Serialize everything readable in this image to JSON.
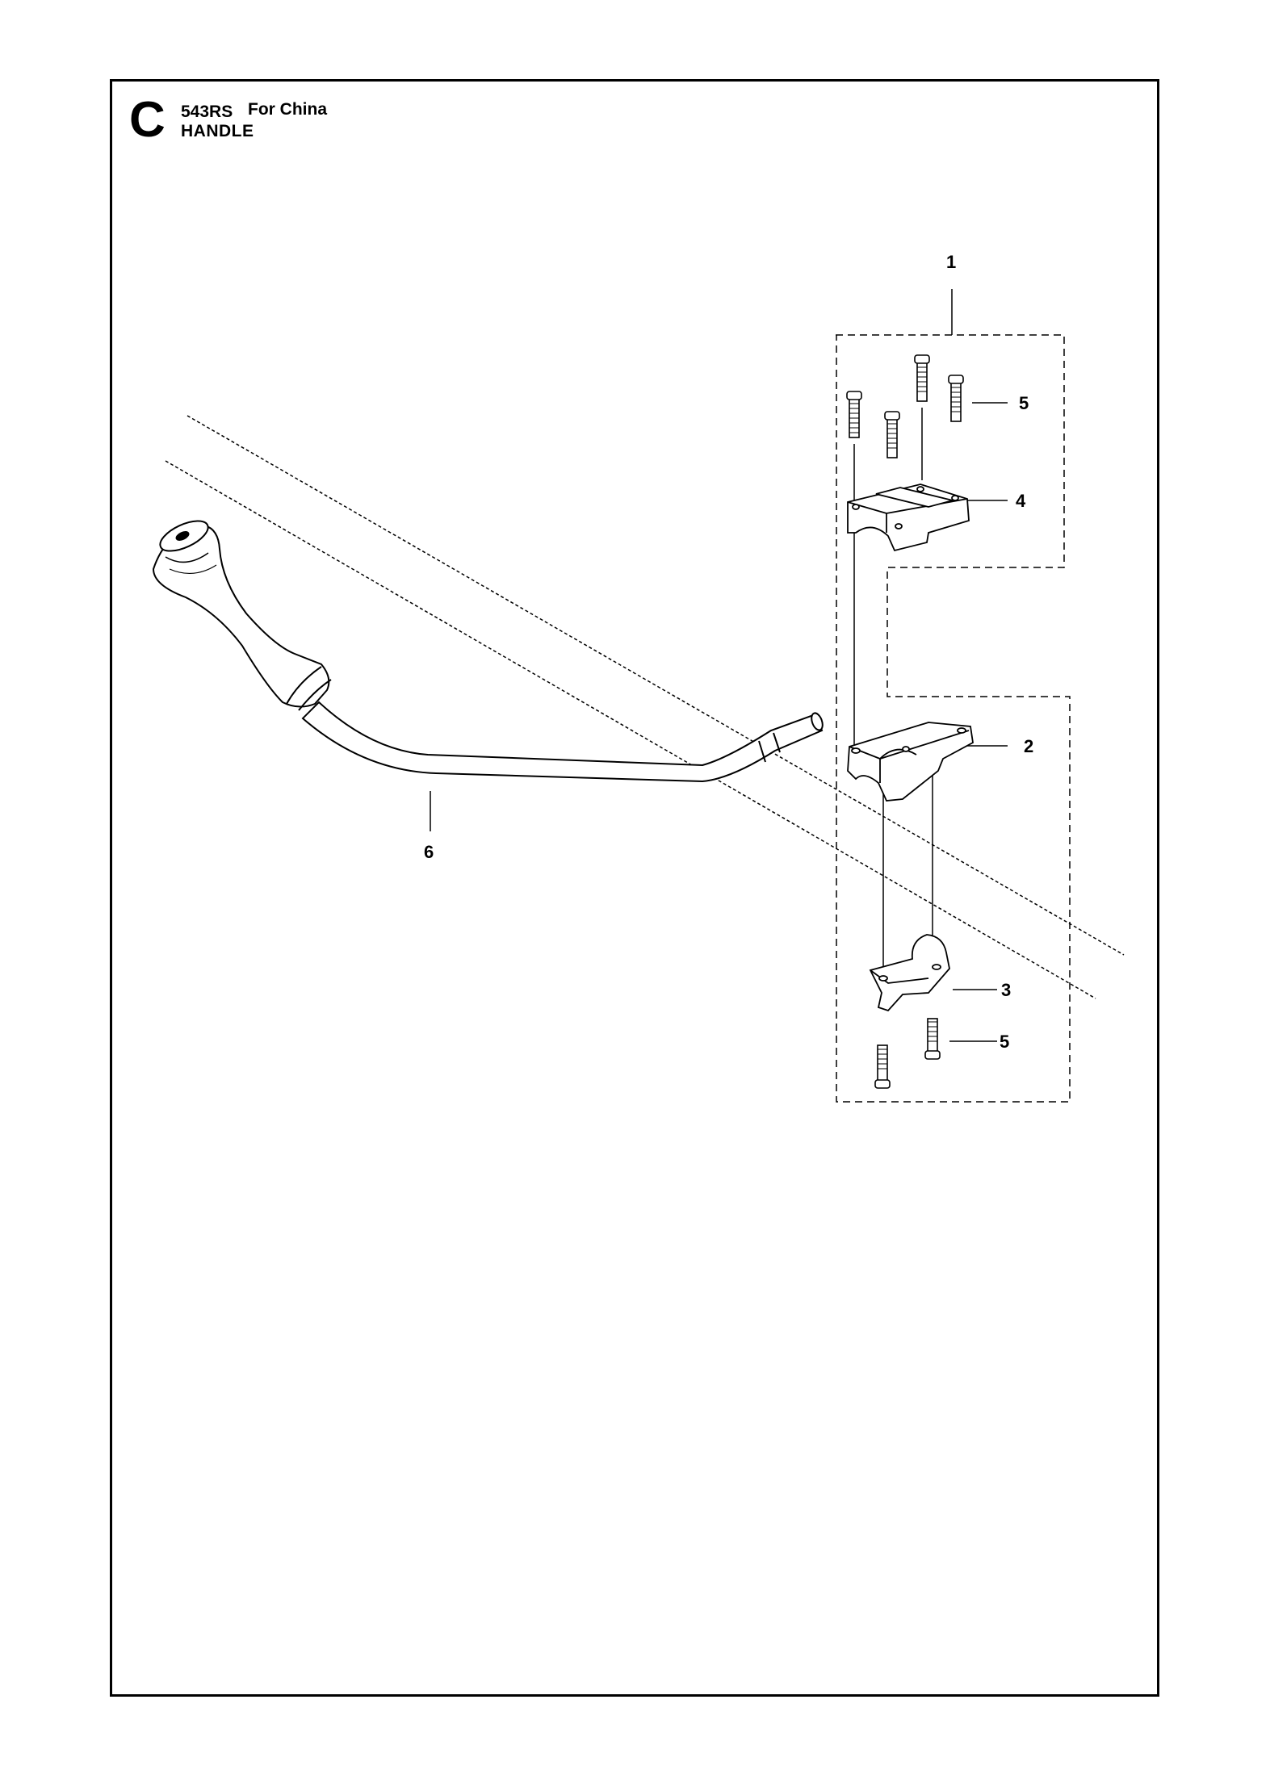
{
  "header": {
    "section_letter": "C",
    "model": "543RS",
    "market": "For China",
    "title": "HANDLE"
  },
  "callouts": [
    {
      "id": "1",
      "label": "1"
    },
    {
      "id": "5a",
      "label": "5"
    },
    {
      "id": "4",
      "label": "4"
    },
    {
      "id": "2",
      "label": "2"
    },
    {
      "id": "6",
      "label": "6"
    },
    {
      "id": "3",
      "label": "3"
    },
    {
      "id": "5b",
      "label": "5"
    }
  ],
  "parts": [
    {
      "ref": "1",
      "name": "handle-clamp-kit-group"
    },
    {
      "ref": "2",
      "name": "lower-clamp-half"
    },
    {
      "ref": "3",
      "name": "bottom-clamp"
    },
    {
      "ref": "4",
      "name": "upper-clamp-half"
    },
    {
      "ref": "5",
      "name": "screw"
    },
    {
      "ref": "6",
      "name": "handle-bar"
    }
  ]
}
